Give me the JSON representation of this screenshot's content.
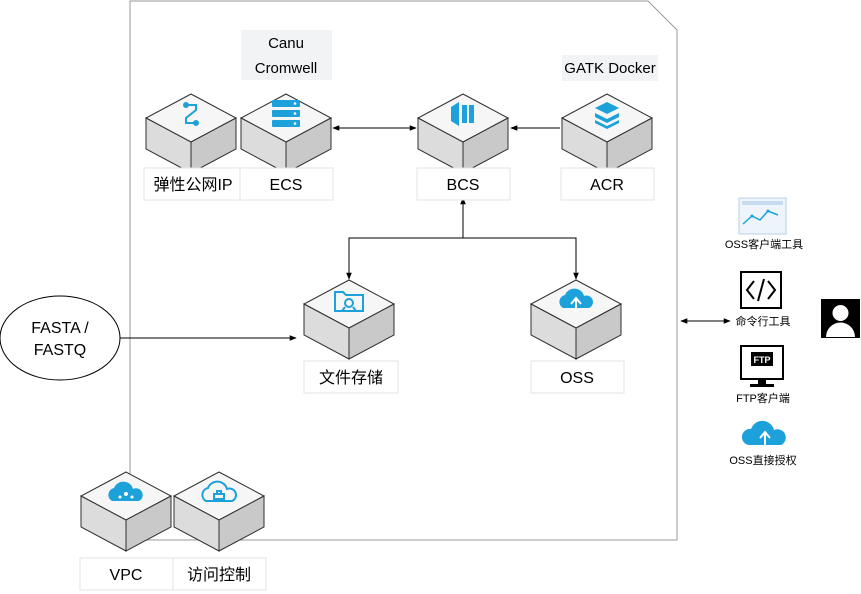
{
  "nodes": {
    "eip": {
      "label": "弹性公网IP",
      "icon": "plug-connector-icon"
    },
    "ecs": {
      "label": "ECS",
      "icon": "server-stack-icon",
      "tag_line1": "Canu",
      "tag_line2": "Cromwell"
    },
    "bcs": {
      "label": "BCS",
      "icon": "batch-compute-icon"
    },
    "acr": {
      "label": "ACR",
      "icon": "container-registry-icon",
      "tag": "GATK Docker"
    },
    "nas": {
      "label": "文件存储",
      "icon": "file-storage-icon"
    },
    "oss": {
      "label": "OSS",
      "icon": "cloud-upload-icon"
    },
    "vpc": {
      "label": "VPC",
      "icon": "vpc-cloud-icon"
    },
    "acl": {
      "label": "访问控制",
      "icon": "access-control-cloud-icon"
    }
  },
  "input": {
    "line1": "FASTA /",
    "line2": "FASTQ"
  },
  "clients": {
    "oss_tool": {
      "label": "OSS客户端工具",
      "icon": "oss-browser-icon"
    },
    "cli": {
      "label": "命令行工具",
      "icon": "code-terminal-icon"
    },
    "ftp": {
      "label": "FTP客户端",
      "icon": "ftp-monitor-icon",
      "badge": "FTP"
    },
    "direct": {
      "label": "OSS直接授权",
      "icon": "cloud-upload-icon"
    }
  },
  "user": {
    "icon": "user-avatar-icon"
  },
  "colors": {
    "accent": "#1DA1DB",
    "cube_top": "#F5F5F5",
    "cube_left": "#DADADA",
    "cube_right": "#C6C6C6",
    "edge": "#333333"
  }
}
